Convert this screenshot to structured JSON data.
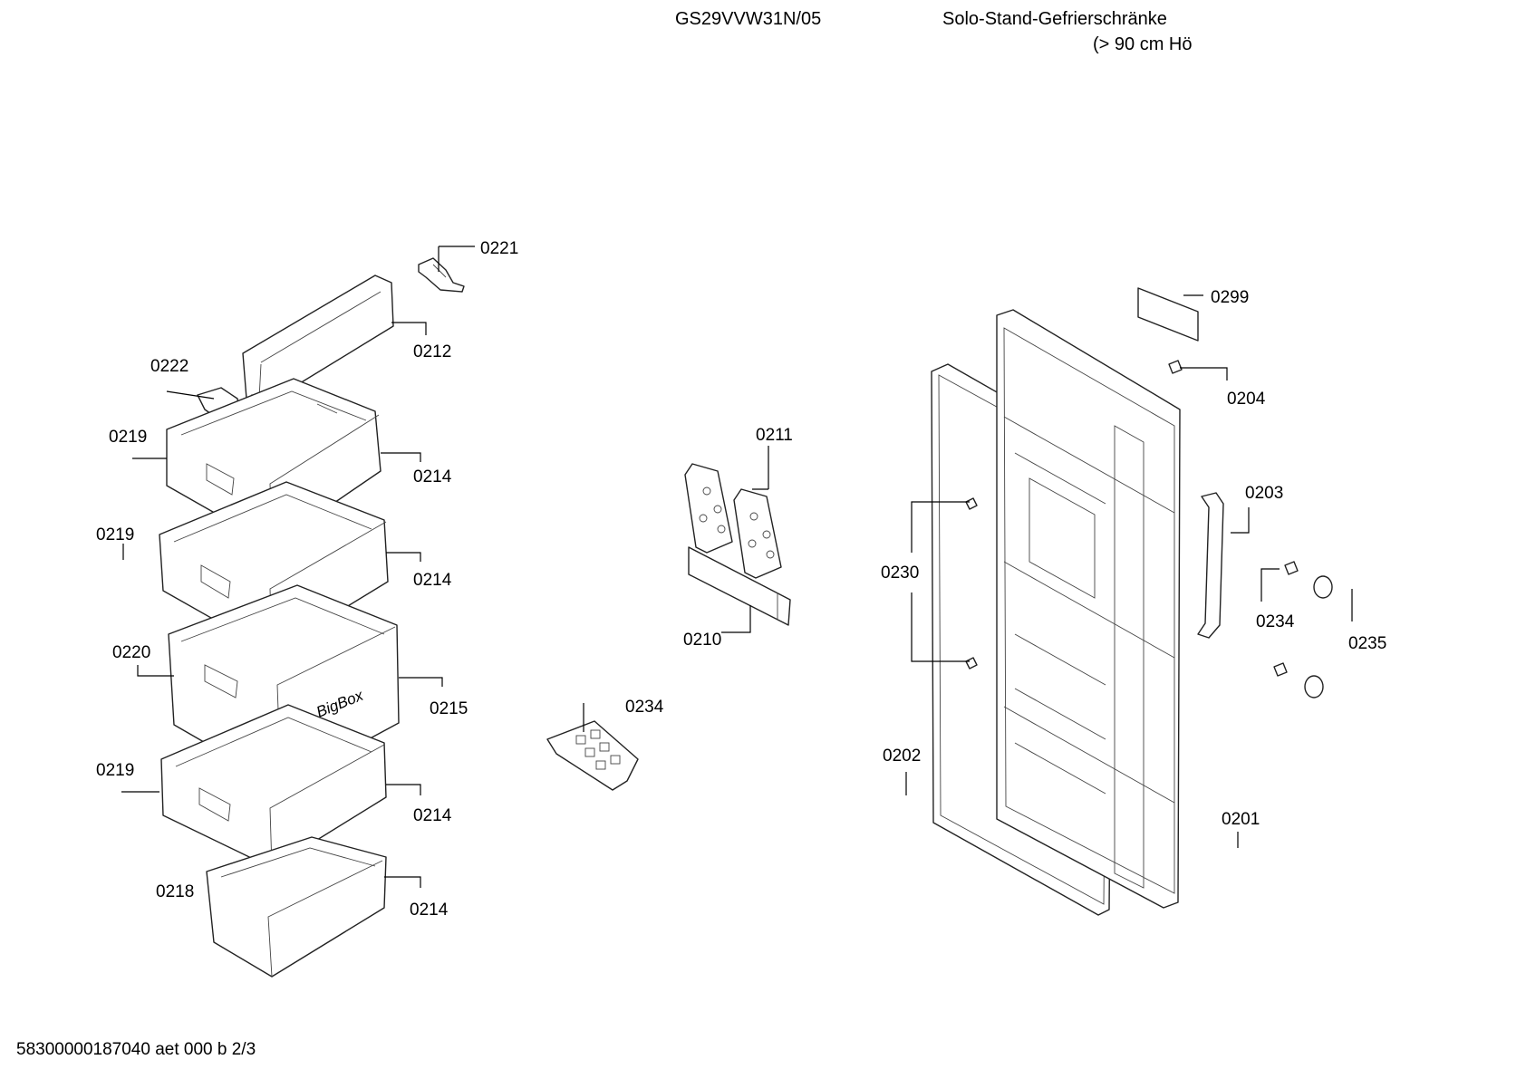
{
  "header": {
    "model": "GS29VVW31N/05",
    "title_line1": "Solo-Stand-Gefrierschränke",
    "title_line2": "(> 90 cm Hö"
  },
  "footer": {
    "doc_id": "58300000187040 aet 000 b 2/3"
  },
  "diagram": {
    "embossed_text": "BigBox",
    "callouts": [
      "0221",
      "0212",
      "0222",
      "0219",
      "0214",
      "0219",
      "0214",
      "0220",
      "0215",
      "0219",
      "0214",
      "0218",
      "0214",
      "0211",
      "0210",
      "0234",
      "0299",
      "0204",
      "0203",
      "0230",
      "0234",
      "0235",
      "0202",
      "0201"
    ]
  }
}
